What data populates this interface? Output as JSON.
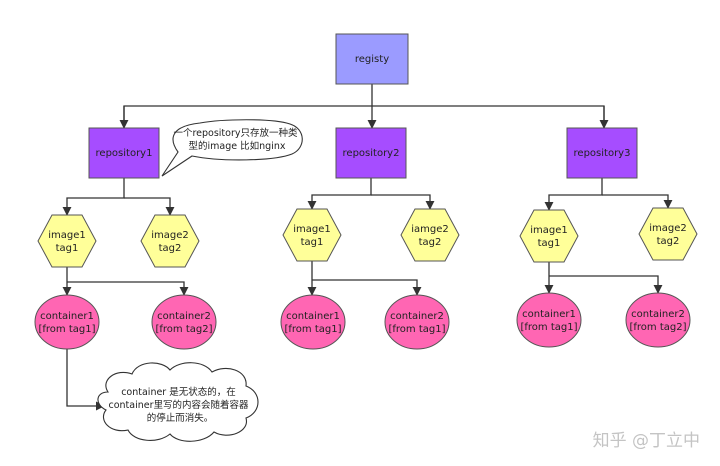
{
  "registry": {
    "label": "registy"
  },
  "repositories": [
    {
      "label": "repository1",
      "images": [
        {
          "lines": [
            "image1",
            "tag1"
          ]
        },
        {
          "lines": [
            "image2",
            "tag2"
          ]
        }
      ],
      "containers": [
        {
          "lines": [
            "container1",
            "[from tag1]"
          ]
        },
        {
          "lines": [
            "container2",
            "[from tag2]"
          ]
        }
      ]
    },
    {
      "label": "repository2",
      "images": [
        {
          "lines": [
            "image1",
            "tag1"
          ]
        },
        {
          "lines": [
            "iamge2",
            "tag2"
          ]
        }
      ],
      "containers": [
        {
          "lines": [
            "container1",
            "[from tag1]"
          ]
        },
        {
          "lines": [
            "container2",
            "[from tag1]"
          ]
        }
      ]
    },
    {
      "label": "repository3",
      "images": [
        {
          "lines": [
            "image1",
            "tag1"
          ]
        },
        {
          "lines": [
            "image2",
            "tag2"
          ]
        }
      ],
      "containers": [
        {
          "lines": [
            "container1",
            "[from tag1]"
          ]
        },
        {
          "lines": [
            "container2",
            "[from tag2]"
          ]
        }
      ]
    }
  ],
  "callouts": {
    "repository_note": [
      "一个repository只存放一种类",
      "型的image 比如nginx"
    ],
    "container_note": [
      "container 是无状态的，在",
      "container里写的内容会随着容器",
      "的停止而消失。"
    ]
  },
  "watermark": "知乎 @丁立中",
  "colors": {
    "registry_fill": "#9b9bff",
    "repository_fill": "#a64dff",
    "image_fill": "#ffff99",
    "container_fill": "#ff66b3",
    "line": "#333333"
  }
}
